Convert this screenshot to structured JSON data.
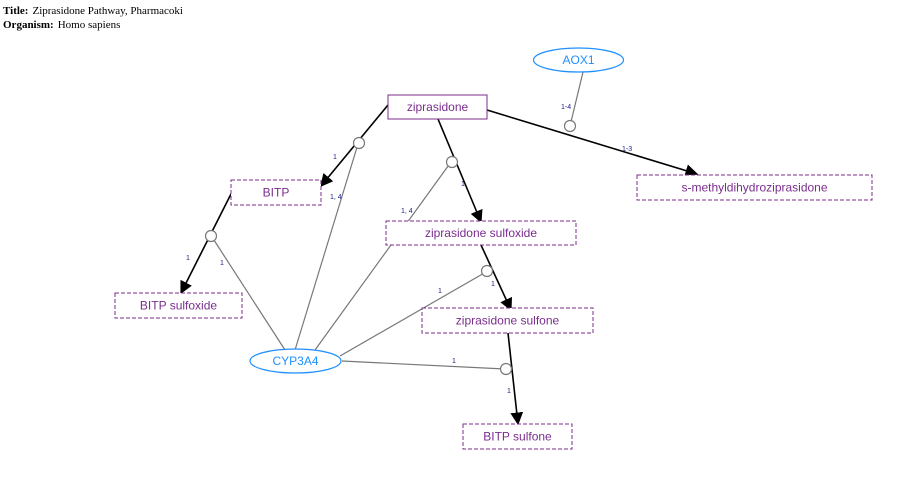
{
  "header": {
    "title_label": "Title:",
    "title": "Ziprasidone Pathway, Pharmacoki",
    "organism_label": "Organism:",
    "organism": "Homo sapiens"
  },
  "colors": {
    "metabolite_stroke": "#7b2d8e",
    "metabolite_text": "#7b2d8e",
    "enzyme_stroke": "#1e90ff",
    "enzyme_text": "#1e90ff",
    "reaction_edge": "#000000",
    "catalysis_edge": "#777777",
    "edge_label": "#1a1a8c"
  },
  "nodes": {
    "ziprasidone": "ziprasidone",
    "bitp": "BITP",
    "ziprasidone_sulfoxide": "ziprasidone sulfoxide",
    "bitp_sulfoxide": "BITP sulfoxide",
    "ziprasidone_sulfone": "ziprasidone sulfone",
    "bitp_sulfone": "BITP sulfone",
    "s_methyl": "s-methyldihydroziprasidone",
    "cyp3a4": "CYP3A4",
    "aox1": "AOX1"
  },
  "edge_labels": {
    "zip_bitp": "1",
    "cyp_bitp": "1, 4",
    "zip_sulfoxide": "1",
    "cyp_sulfoxide": "1, 4",
    "aox_smethyl": "1-4",
    "zip_smethyl": "1-3",
    "bitp_sulfoxide_1": "1",
    "bitp_sulfoxide_2": "1",
    "sulfoxide_sulfone_1": "1",
    "sulfoxide_sulfone_2": "1",
    "sulfone_bitpsulfone_1": "1",
    "sulfone_bitpsulfone_2": "1"
  }
}
